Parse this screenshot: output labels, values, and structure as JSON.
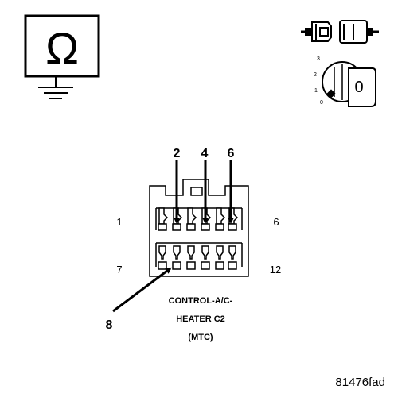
{
  "ohmmeter_symbol": "Ω",
  "arrow_labels": {
    "a": "2",
    "b": "4",
    "c": "6",
    "d": "8"
  },
  "pin_labels": {
    "top_left": "1",
    "top_right": "6",
    "bottom_left": "7",
    "bottom_right": "12"
  },
  "ignition_positions": [
    "3",
    "2",
    "1",
    "0"
  ],
  "ignition_key_label": "0",
  "connector_caption": [
    "CONTROL-A/C-",
    "HEATER C2",
    "(MTC)"
  ],
  "figure_id": "81476fad",
  "icons": [
    "ohmmeter-icon",
    "ground-symbol-icon",
    "disconnect-connector-icon",
    "ignition-switch-icon"
  ],
  "colors": {
    "ink": "#000000",
    "background": "#ffffff"
  }
}
